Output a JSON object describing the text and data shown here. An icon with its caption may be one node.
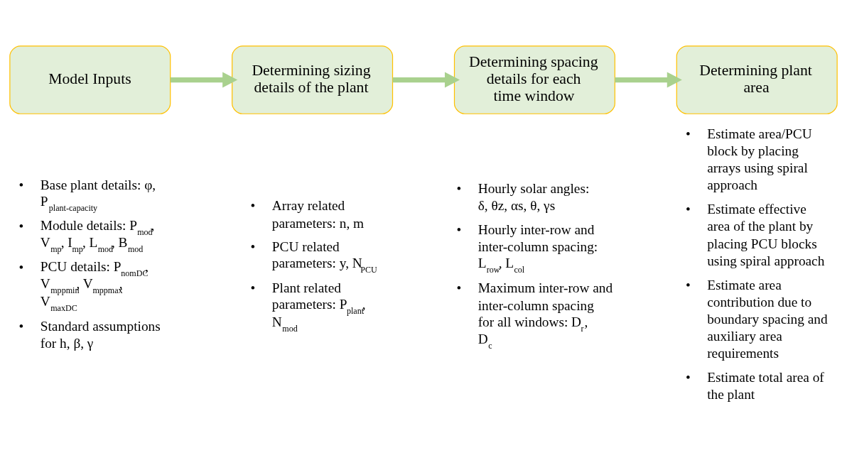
{
  "diagram": {
    "nodes": [
      {
        "text": [
          "Model Inputs"
        ],
        "beside": [
          "• Base plant details: φ, P$_{plant-capacity}$",
          "• Module details: P$_{mod}$, V$_{mp}$, I$_{mp}$, L$_{mod}$, B$_{mod}$",
          "• PCU details: P$_{nomDC}$, V$_{mppmin}$, V$_{mppmax}$, V$_{maxDC}$",
          "• Standard assumptions for h, β, γ"
        ]
      },
      {
        "text": [
          "Determining sizing details of the plant"
        ],
        "beside": [
          "• Array related parameters: n, m",
          "• PCU related parameters: y, N$_{PCU}$",
          "• Plant related parameters: P$_{plant}$, N$_{mod}$"
        ]
      },
      {
        "text": [
          "Determining spacing details for each time window"
        ],
        "beside": [
          "• Hourly solar angles: δ, θz, αs, θ, γs",
          "• Hourly inter-row and inter-column spacing: L$_{row}$, L$_{col}$",
          "• Maximum inter-row and inter-column spacing for all windows: D$_{r}$, D$_{c}$"
        ]
      },
      {
        "text": [
          "Determining plant area"
        ],
        "beside": [
          "• Estimate area/PCU block by placing arrays using spiral approach",
          "• Estimate effective area of the plant by placing PCU blocks using spiral approach",
          "• Estimate area contribution due to boundary spacing and auxiliary area requirements",
          "• Estimate total area of the plant"
        ]
      }
    ],
    "edges": [
      {
        "from": 0,
        "to": 1,
        "arrow": "to"
      },
      {
        "from": 1,
        "to": 2,
        "arrow": "to"
      },
      {
        "from": 2,
        "to": 3,
        "arrow": "to"
      }
    ]
  }
}
